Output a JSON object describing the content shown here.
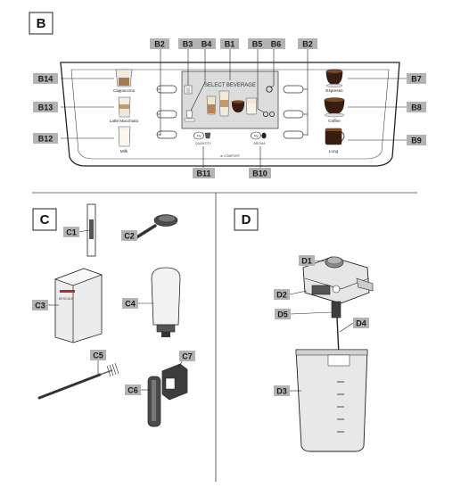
{
  "panels": {
    "b": "B",
    "c": "C",
    "d": "D"
  },
  "callouts": {
    "b1": "B1",
    "b2": "B2",
    "b3": "B3",
    "b4": "B4",
    "b5": "B5",
    "b6": "B6",
    "b7": "B7",
    "b8": "B8",
    "b9": "B9",
    "b10": "B10",
    "b11": "B11",
    "b12": "B12",
    "b13": "B13",
    "b14": "B14",
    "c1": "C1",
    "c2": "C2",
    "c3": "C3",
    "c4": "C4",
    "c5": "C5",
    "c6": "C6",
    "c7": "C7",
    "d1": "D1",
    "d2": "D2",
    "d3": "D3",
    "d4": "D4",
    "d5": "D5"
  },
  "beverages": {
    "cappuccino": "Cappuccino",
    "latte": "Latte Macchiato",
    "milk": "Milk",
    "espresso": "Espresso",
    "coffee": "Coffee",
    "long": "Long"
  },
  "screen": {
    "title": "SELECT BEVERAGE",
    "quantity": "QUANTITY",
    "aroma": "AROMA",
    "my": "My",
    "brand": "⊕ COMFORT"
  },
  "descale_label": "DESCALE"
}
